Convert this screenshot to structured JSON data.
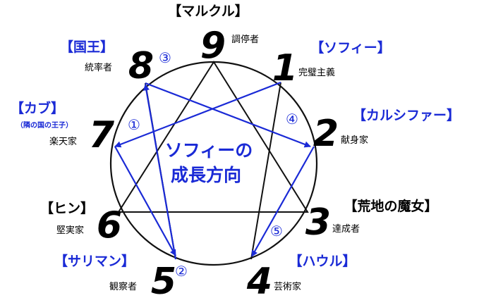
{
  "colors": {
    "accent_blue": "#1a2ad6",
    "line_black": "#111111"
  },
  "center_label": {
    "line1": "ソフィーの",
    "line2": "成長方向"
  },
  "points": {
    "p9": {
      "number": "9",
      "name": "【マルクル】",
      "type": "調停者"
    },
    "p1": {
      "number": "1",
      "name": "【ソフィー】",
      "type": "完璧主義"
    },
    "p2": {
      "number": "2",
      "name": "【カルシファー】",
      "type": "献身家"
    },
    "p3": {
      "number": "3",
      "name": "【荒地の魔女】",
      "type": "達成者"
    },
    "p4": {
      "number": "4",
      "name": "【ハウル】",
      "type": "芸術家"
    },
    "p5": {
      "number": "5",
      "name": "【サリマン】",
      "type": "観察者"
    },
    "p6": {
      "number": "6",
      "name": "【ヒン】",
      "type": "堅実家"
    },
    "p7": {
      "number": "7",
      "name": "【カブ】",
      "note": "（隣の国の王子）",
      "type": "楽天家"
    },
    "p8": {
      "number": "8",
      "name": "【国王】",
      "type": "統率者"
    }
  },
  "steps": [
    "①",
    "②",
    "③",
    "④",
    "⑤"
  ]
}
